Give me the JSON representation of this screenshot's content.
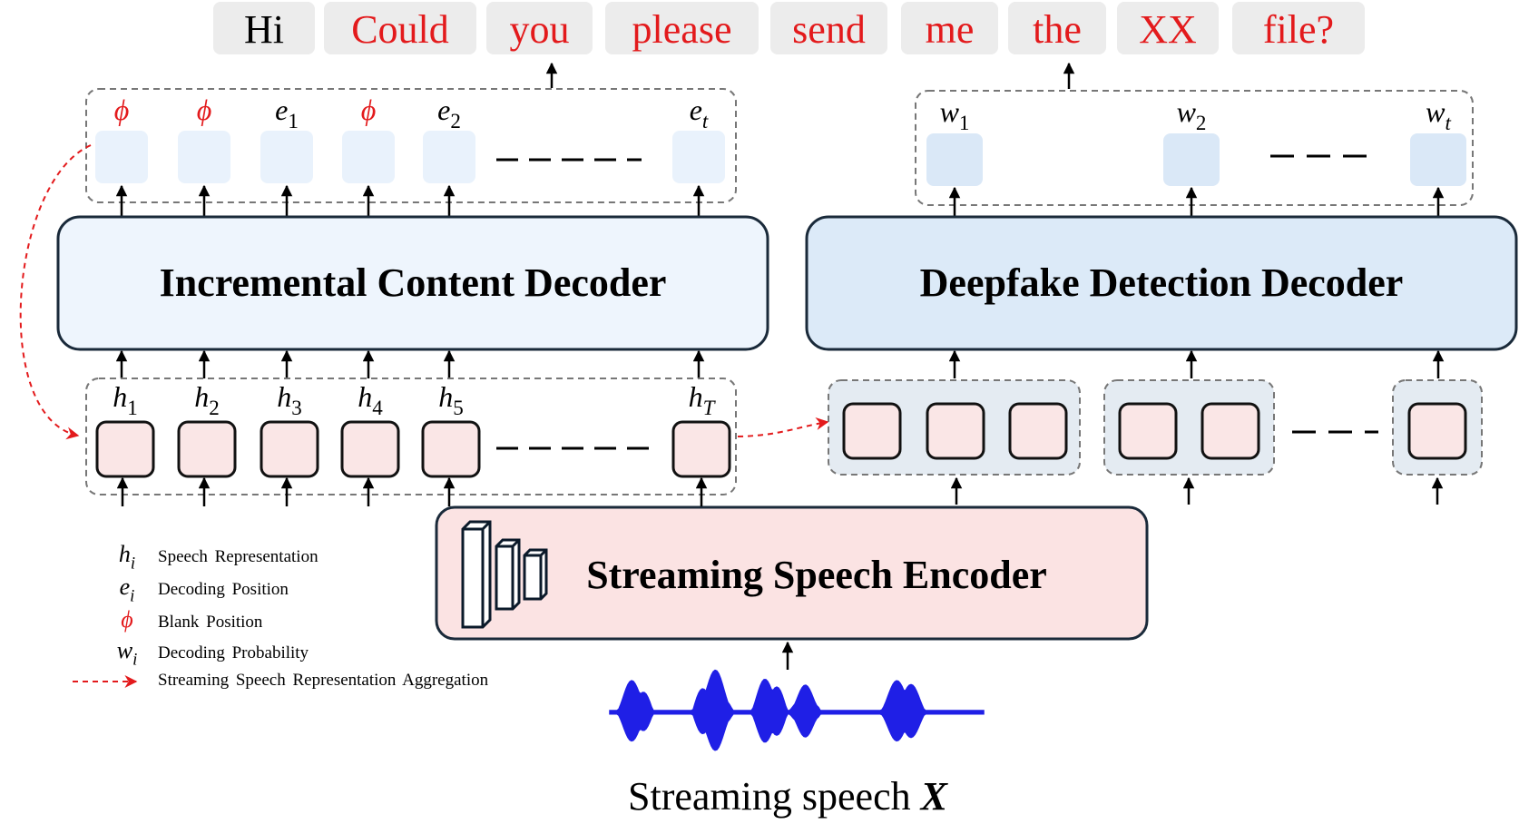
{
  "output_tokens": [
    {
      "text": "Hi",
      "color": "#000000"
    },
    {
      "text": "Could",
      "color": "#e31a1c"
    },
    {
      "text": "you",
      "color": "#e31a1c"
    },
    {
      "text": "please",
      "color": "#e31a1c"
    },
    {
      "text": "send",
      "color": "#e31a1c"
    },
    {
      "text": "me",
      "color": "#e31a1c"
    },
    {
      "text": "the",
      "color": "#e31a1c"
    },
    {
      "text": "XX",
      "color": "#e31a1c"
    },
    {
      "text": "file?",
      "color": "#e31a1c"
    }
  ],
  "content_positions": [
    {
      "sym": "ϕ",
      "sub": "",
      "kind": "blank"
    },
    {
      "sym": "ϕ",
      "sub": "",
      "kind": "blank"
    },
    {
      "sym": "e",
      "sub": "1",
      "kind": "decode"
    },
    {
      "sym": "ϕ",
      "sub": "",
      "kind": "blank"
    },
    {
      "sym": "e",
      "sub": "2",
      "kind": "decode"
    },
    {
      "sym": "e",
      "sub": "t",
      "kind": "decode"
    }
  ],
  "detection_positions": [
    {
      "sym": "w",
      "sub": "1"
    },
    {
      "sym": "w",
      "sub": "2"
    },
    {
      "sym": "w",
      "sub": "t"
    }
  ],
  "speech_reps": [
    {
      "sym": "h",
      "sub": "1"
    },
    {
      "sym": "h",
      "sub": "2"
    },
    {
      "sym": "h",
      "sub": "3"
    },
    {
      "sym": "h",
      "sub": "4"
    },
    {
      "sym": "h",
      "sub": "5"
    },
    {
      "sym": "h",
      "sub": "T"
    }
  ],
  "content_decoder_label": "Incremental Content Decoder",
  "detection_decoder_label": "Deepfake Detection Decoder",
  "encoder_label": "Streaming Speech Encoder",
  "input_caption": {
    "text": "Streaming speech ",
    "var": "X"
  },
  "legend": [
    {
      "sym": "h",
      "sub": "i",
      "text": "Speech Representation",
      "kind": "math"
    },
    {
      "sym": "e",
      "sub": "i",
      "text": "Decoding Position",
      "kind": "math"
    },
    {
      "sym": "ϕ",
      "sub": "",
      "text": "Blank Position",
      "kind": "blank"
    },
    {
      "sym": "w",
      "sub": "i",
      "text": "Decoding Probability",
      "kind": "math"
    },
    {
      "sym": "",
      "sub": "",
      "text": "Streaming Speech Representation Aggregation",
      "kind": "arrow"
    }
  ],
  "colors": {
    "red": "#e31a1c",
    "token_bg": "#ececec",
    "content_decoder_fill": "#eef5fd",
    "detection_decoder_fill": "#dceaf8",
    "encoder_fill": "#fbe3e3",
    "rep_fill": "#fae6e6",
    "content_slot_fill": "#e9f2fc",
    "detect_slot_fill": "#dae8f7",
    "group_fill": "#e4ebf2",
    "wave": "#1f1fe6",
    "border": "#1a2a3a",
    "dash": "#777777"
  }
}
